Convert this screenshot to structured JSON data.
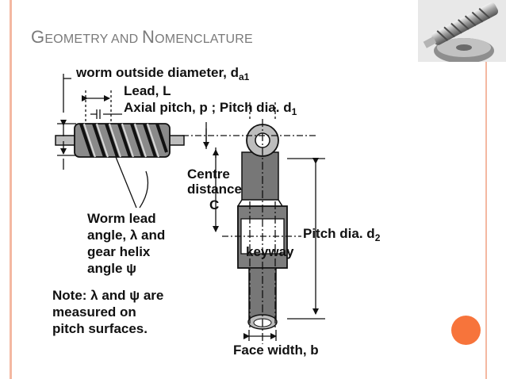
{
  "slide": {
    "title_first_letters": [
      "G",
      "N"
    ],
    "title_words": [
      "EOMETRY AND ",
      "OMENCLATURE"
    ],
    "accent_color": "#f7743b",
    "rule_color": "#f4b8a2"
  },
  "diagram": {
    "labels": {
      "outside_diameter": "worm outside diameter, d",
      "outside_diameter_sub": "a1",
      "lead": "Lead, L",
      "axial_pitch": "Axial pitch, p ; Pitch dia. d",
      "axial_pitch_sub": "1",
      "centre": "Centre",
      "distance": "distance",
      "c": "C",
      "worm_lead": "Worm lead",
      "angle_line": "angle, λ and",
      "gear_helix": "gear helix",
      "angle_psi": "angle ψ",
      "note1": "Note: λ and ψ are",
      "note2": "measured on",
      "note3": "pitch surfaces.",
      "keyway": "keyway",
      "pitch_dia_2": "Pitch dia. d",
      "pitch_dia_2_sub": "2",
      "face_width": "Face width, b"
    }
  }
}
